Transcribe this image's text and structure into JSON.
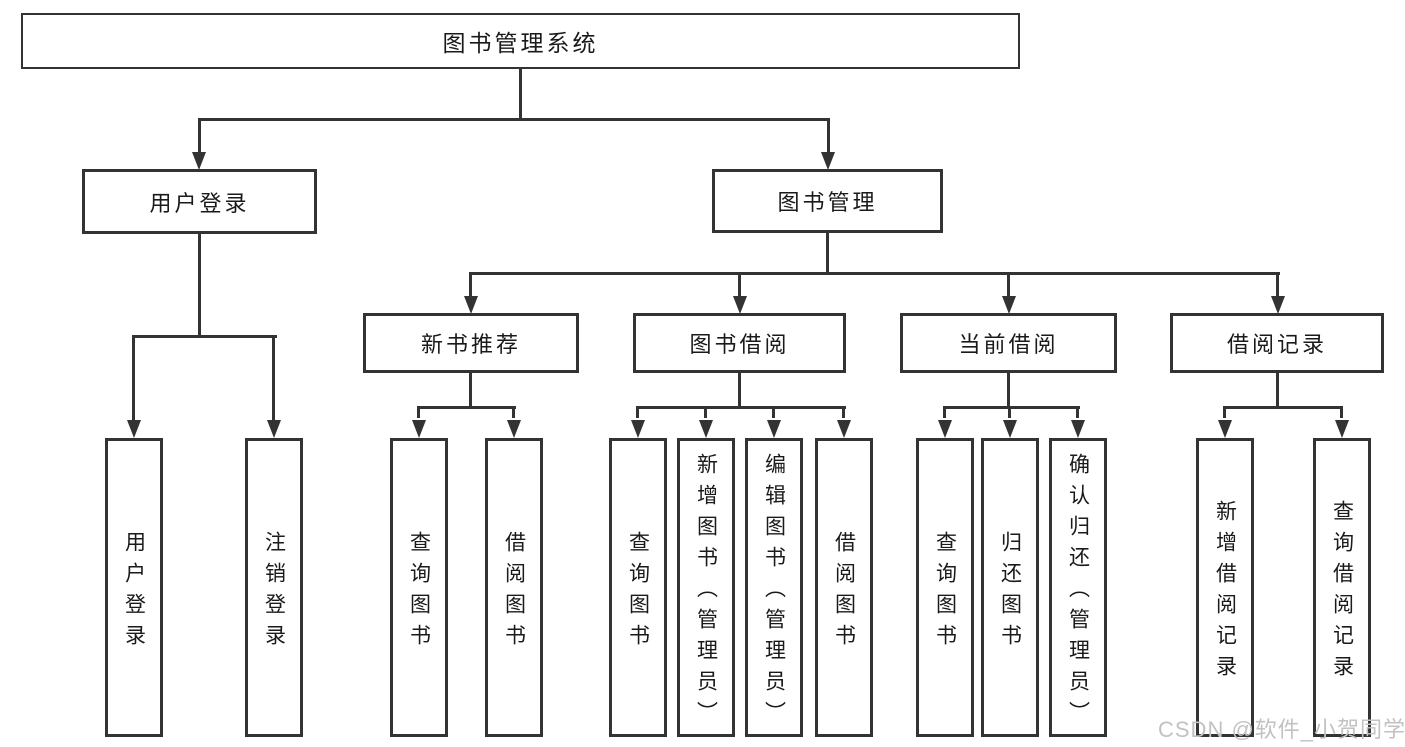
{
  "diagram": {
    "root": {
      "label": "图书管理系统"
    },
    "branches": [
      {
        "label": "用户登录",
        "leaves": [
          "用户登录",
          "注销登录"
        ]
      },
      {
        "label": "图书管理",
        "groups": [
          {
            "label": "新书推荐",
            "leaves": [
              "查询图书",
              "借阅图书"
            ]
          },
          {
            "label": "图书借阅",
            "leaves": [
              "查询图书",
              "新增图书（管理员）",
              "编辑图书（管理员）",
              "借阅图书"
            ]
          },
          {
            "label": "当前借阅",
            "leaves": [
              "查询图书",
              "归还图书",
              "确认归还（管理员）"
            ]
          },
          {
            "label": "借阅记录",
            "leaves": [
              "新增借阅记录",
              "查询借阅记录"
            ]
          }
        ]
      }
    ]
  },
  "watermark": {
    "text": "CSDN @软件_小贺同学"
  },
  "style": {
    "line_color": "#333333",
    "text_color": "#1a1a1a",
    "watermark_color": "#c2c2c2",
    "background": "#ffffff"
  }
}
